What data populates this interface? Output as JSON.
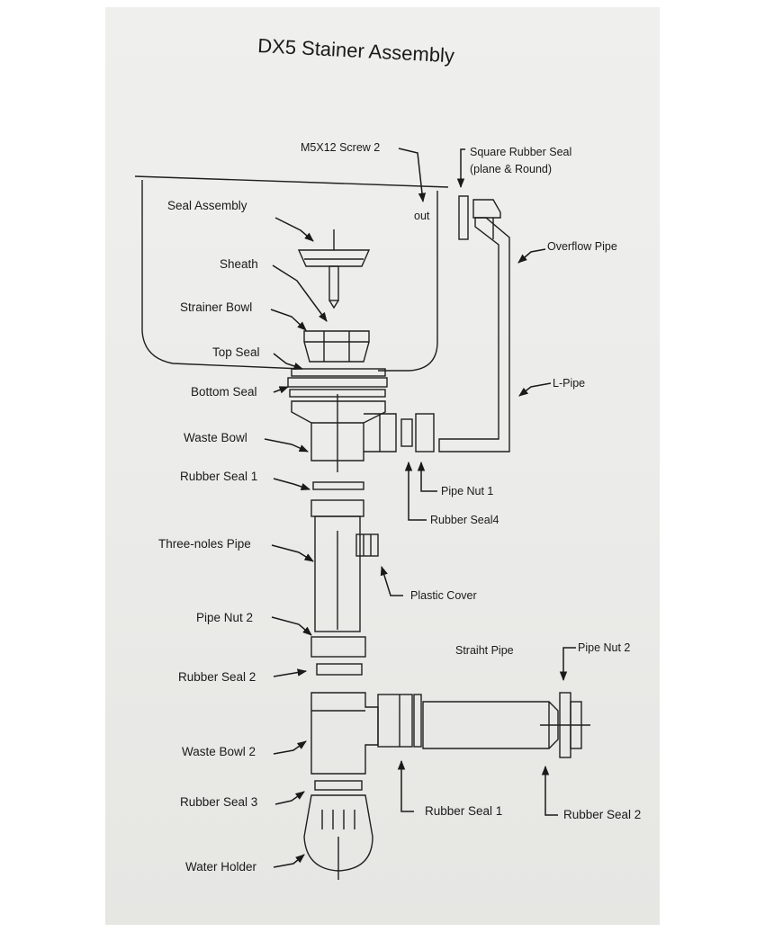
{
  "title": "DX5 Stainer Assembly",
  "labels": {
    "screw": "M5X12 Screw 2",
    "square_seal_1": "Square Rubber Seal",
    "square_seal_2": "(plane & Round)",
    "out": "out",
    "overflow_pipe": "Overflow Pipe",
    "seal_assembly": "Seal Assembly",
    "sheath": "Sheath",
    "strainer_bowl": "Strainer Bowl",
    "top_seal": "Top Seal",
    "bottom_seal": "Bottom Seal",
    "l_pipe": "L-Pipe",
    "waste_bowl": "Waste Bowl",
    "rubber_seal_1_top": "Rubber Seal 1",
    "pipe_nut_1": "Pipe Nut 1",
    "rubber_seal_4": "Rubber Seal4",
    "three_holes_pipe": "Three-noles Pipe",
    "plastic_cover": "Plastic Cover",
    "pipe_nut_2_left": "Pipe Nut 2",
    "straight_pipe": "Straiht Pipe",
    "pipe_nut_2_right": "Pipe Nut 2",
    "rubber_seal_2_left": "Rubber Seal 2",
    "waste_bowl_2": "Waste Bowl 2",
    "rubber_seal_3": "Rubber Seal 3",
    "rubber_seal_1_bottom": "Rubber Seal 1",
    "rubber_seal_2_right": "Rubber Seal 2",
    "water_holder": "Water Holder"
  }
}
